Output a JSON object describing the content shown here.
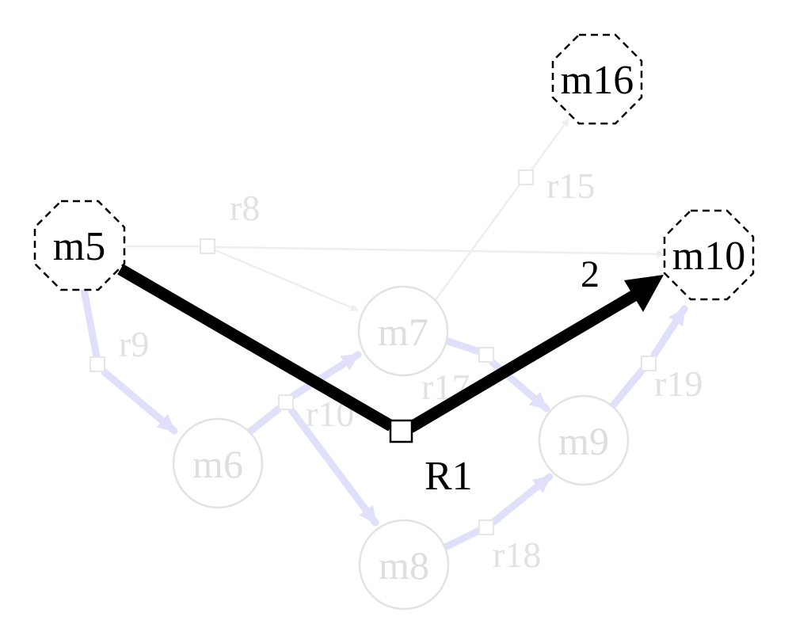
{
  "diagram": {
    "main_nodes": {
      "m5": "m5",
      "m10": "m10",
      "m16": "m16"
    },
    "faded_nodes": {
      "m6": "m6",
      "m7": "m7",
      "m8": "m8",
      "m9": "m9"
    },
    "reactions": {
      "R1": "R1",
      "r8": "r8",
      "r9": "r9",
      "r10": "r10",
      "r15": "r15",
      "r17": "r17",
      "r18": "r18",
      "r19": "r19"
    },
    "stoichiometry": {
      "R1_to_m10": "2"
    },
    "colors": {
      "highlight_edge": "#000000",
      "faded_grey_edge": "#eeeeee",
      "faded_blue_edge": "#e0e0fb",
      "faded_node_stroke": "#e3e3e3"
    }
  }
}
